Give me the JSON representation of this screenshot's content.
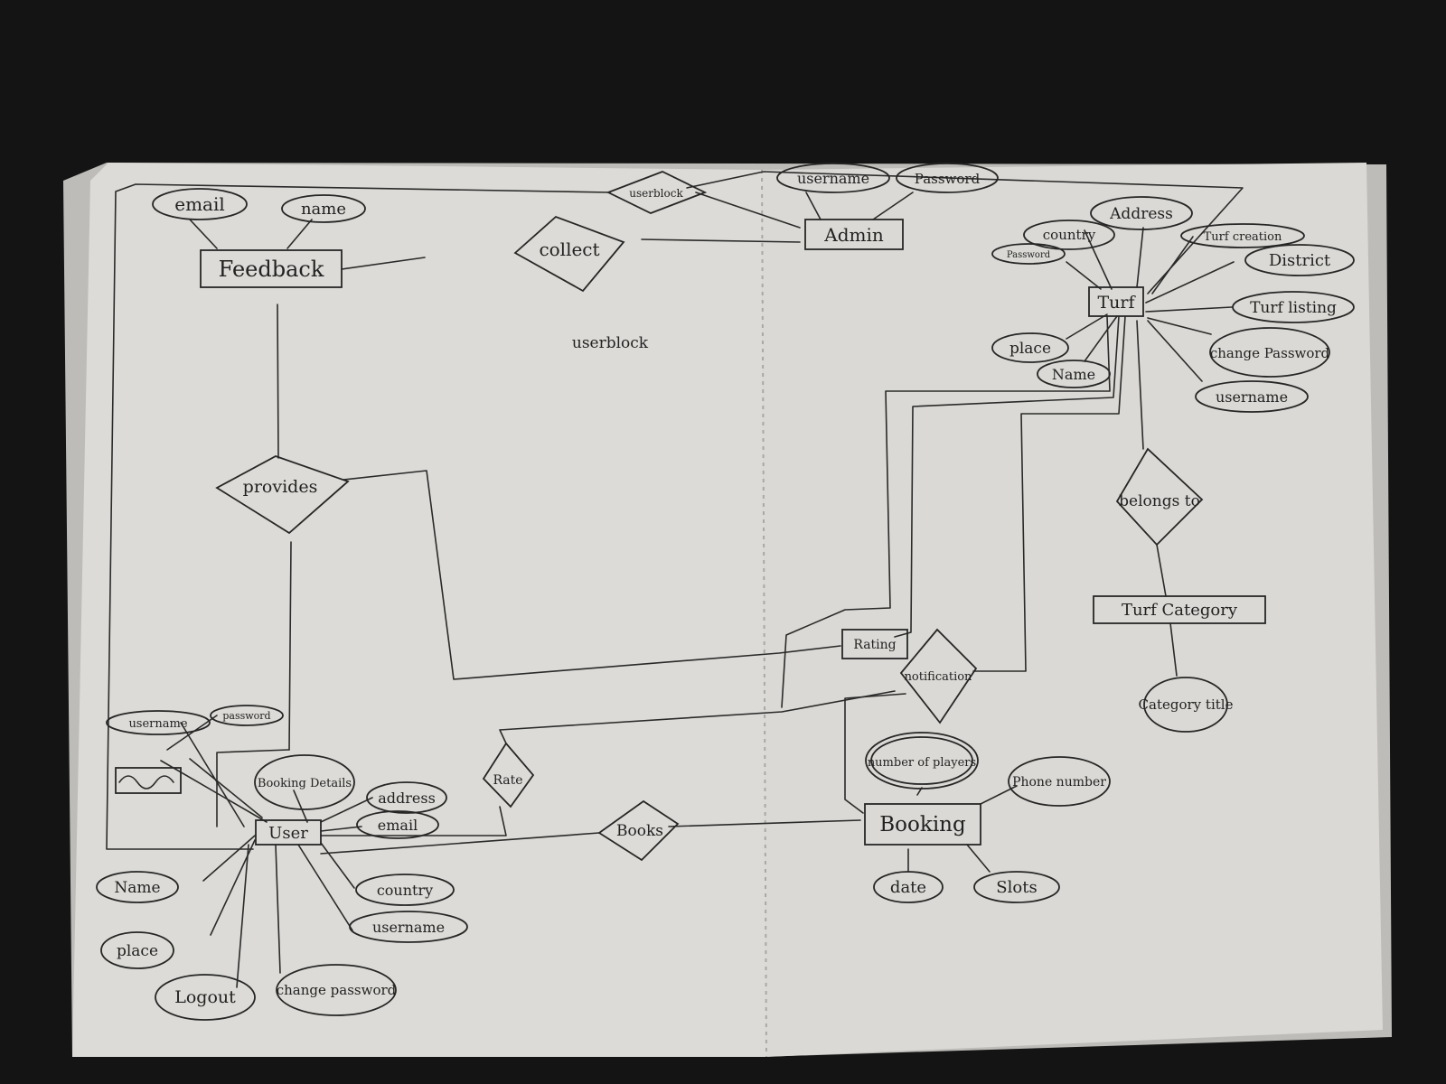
{
  "colors": {
    "background": "#141414",
    "paper": "#dcdbd7",
    "paper_shadow": "#bdbcb8",
    "ink": "#262626"
  },
  "diagram": {
    "entities": {
      "feedback": "Feedback",
      "admin": "Admin",
      "turf": "Turf",
      "turf_category": "Turf Category",
      "user": "User",
      "booking": "Booking",
      "rating": "Rating"
    },
    "relationships": {
      "userblock": "userblock",
      "collect": "collect",
      "provides": "provides",
      "belongs_to": "belongs to",
      "notification": "notification",
      "rate": "Rate",
      "books": "Books"
    },
    "attributes": {
      "feedback_email": "email",
      "feedback_name": "name",
      "admin_username": "username",
      "admin_password": "Password",
      "turf_address": "Address",
      "turf_country": "country",
      "turf_creation": "Turf creation",
      "turf_password": "Password",
      "turf_district": "District",
      "turf_listing": "Turf listing",
      "turf_place": "place",
      "turf_name": "Name",
      "turf_change_password": "change Password",
      "turf_username": "username",
      "category_title": "Category title",
      "user_username_top": "username",
      "user_password_top": "password",
      "user_booking_details": "Booking Details",
      "user_address": "address",
      "user_email": "email",
      "user_country": "country",
      "user_username": "username",
      "user_name": "Name",
      "user_place": "place",
      "user_logout": "Logout",
      "user_change_password": "change password",
      "booking_players": "number of players",
      "booking_phone": "Phone number",
      "booking_date": "date",
      "booking_slots": "Slots"
    },
    "notes": {
      "userblock_note": "userblock"
    }
  }
}
